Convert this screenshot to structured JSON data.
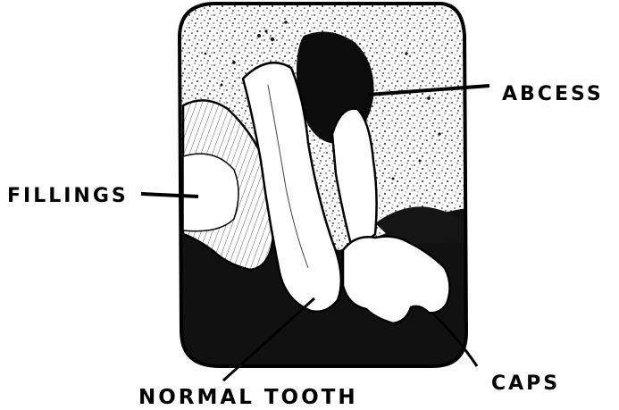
{
  "diagram": {
    "labels": {
      "abcess": "ABCESS",
      "fillings": "FILLINGS",
      "normal_tooth": "NORMAL TOOTH",
      "caps": "CAPS"
    },
    "colors": {
      "ink": "#000000",
      "paper": "#ffffff",
      "bone_dots": "#222222"
    }
  }
}
